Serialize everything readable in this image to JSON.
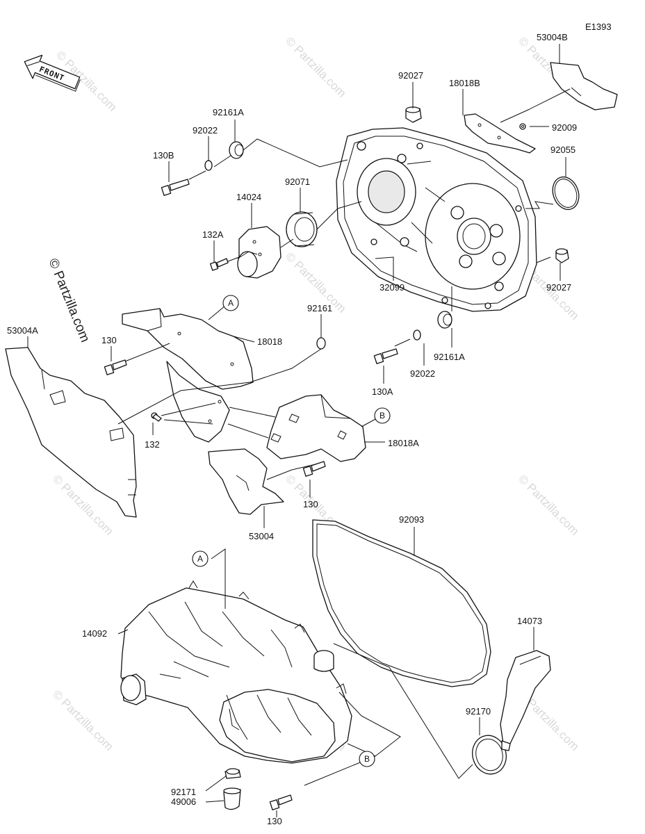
{
  "diagram": {
    "code": "E1393",
    "front_label": "FRONT",
    "copyright": "© Partzilla.com",
    "watermark": "© Partzilla.com"
  },
  "parts": {
    "p53004B": "53004B",
    "p18018B": "18018B",
    "p92027_top": "92027",
    "p92009": "92009",
    "p92161A_top": "92161A",
    "p92022_top": "92022",
    "p130B": "130B",
    "p92055": "92055",
    "p92071": "92071",
    "p14024": "14024",
    "p132A": "132A",
    "p32099": "32099",
    "p92027_right": "92027",
    "p53004A": "53004A",
    "p130_left": "130",
    "p18018": "18018",
    "p92161": "92161",
    "p92161A_mid": "92161A",
    "p92022_mid": "92022",
    "p130A": "130A",
    "p132": "132",
    "p18018A": "18018A",
    "p130_mid": "130",
    "p53004": "53004",
    "p92093": "92093",
    "p14092": "14092",
    "p14073": "14073",
    "p92170": "92170",
    "p92171": "92171",
    "p49006": "49006",
    "p130_bottom": "130"
  },
  "callouts": {
    "a_top": "A",
    "b_top": "B",
    "a_bottom": "A",
    "b_bottom": "B"
  }
}
